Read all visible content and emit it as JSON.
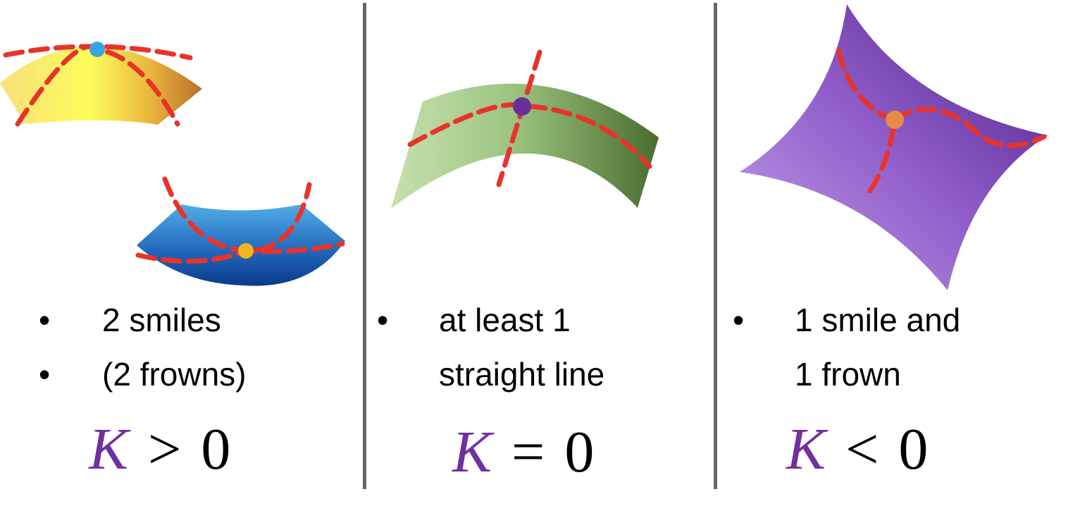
{
  "panels": [
    {
      "id": "positive",
      "bullets": [
        "2 smiles",
        "(2 frowns)"
      ],
      "formula": {
        "symbol": "K",
        "operator": ">",
        "value": "0"
      },
      "colors": {
        "surface_top": "#f7e07a",
        "surface_top_mid": "#fdfc5a",
        "surface_top_end": "#b8702a",
        "surface_bottom_top": "#52aee8",
        "surface_bottom_end": "#0b3a8a",
        "dashes": "#e8332a",
        "point_top": "#3aa4dc",
        "point_bottom": "#f2b61e"
      }
    },
    {
      "id": "zero",
      "bullets": [
        "at least 1",
        "straight line"
      ],
      "formula": {
        "symbol": "K",
        "operator": "=",
        "value": "0"
      },
      "colors": {
        "surface_light": "#c7e0ad",
        "surface_dark": "#4a6d2f",
        "dashes": "#e8332a",
        "point": "#6a2d9a"
      }
    },
    {
      "id": "negative",
      "bullets": [
        "1 smile and",
        "1 frown"
      ],
      "formula": {
        "symbol": "K",
        "operator": "<",
        "value": "0"
      },
      "colors": {
        "surface_light": "#b58ede",
        "surface_dark": "#5c2a98",
        "dashes": "#e8332a",
        "point": "#e58a4b"
      }
    }
  ],
  "colors": {
    "divider": "#666666",
    "k_symbol": "#7030a0"
  },
  "icons": {
    "bullet": "bullet-dot"
  }
}
